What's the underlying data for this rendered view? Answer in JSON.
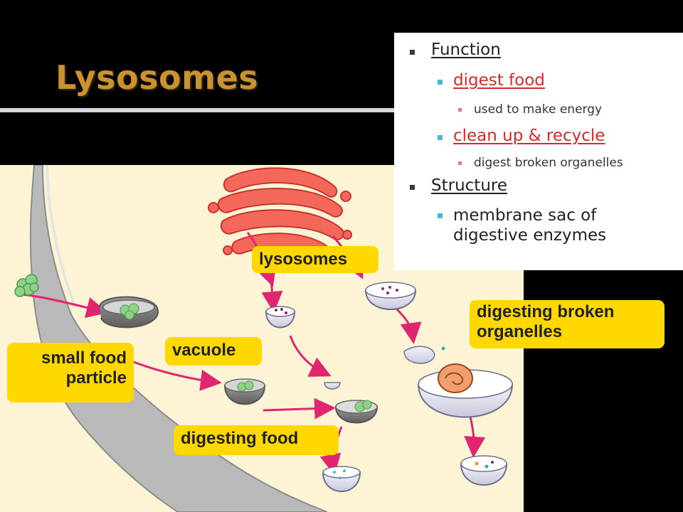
{
  "slide": {
    "title": "Lysosomes"
  },
  "bullets": {
    "function": "Function",
    "digest_food": "digest food",
    "used_energy": "used to make energy",
    "clean_up": "clean up & recycle",
    "digest_broken": "digest broken organelles",
    "structure": "Structure",
    "membrane_line1": "membrane sac of",
    "membrane_line2": "digestive enzymes"
  },
  "figure_labels": {
    "lysosomes": "lysosomes",
    "digesting_broken_line1": "digesting broken",
    "digesting_broken_line2": "organelles",
    "vacuole": "vacuole",
    "small_food_line1": "small food",
    "small_food_line2": "particle",
    "digesting_food": "digesting food"
  },
  "colors": {
    "title": "#c9932f",
    "label_bg": "#ffd800",
    "highlight_red": "#d42a2a",
    "bullet_accent": "#48b6d6",
    "arrow": "#e0266e",
    "figure_bg": "#fcf4d4"
  }
}
